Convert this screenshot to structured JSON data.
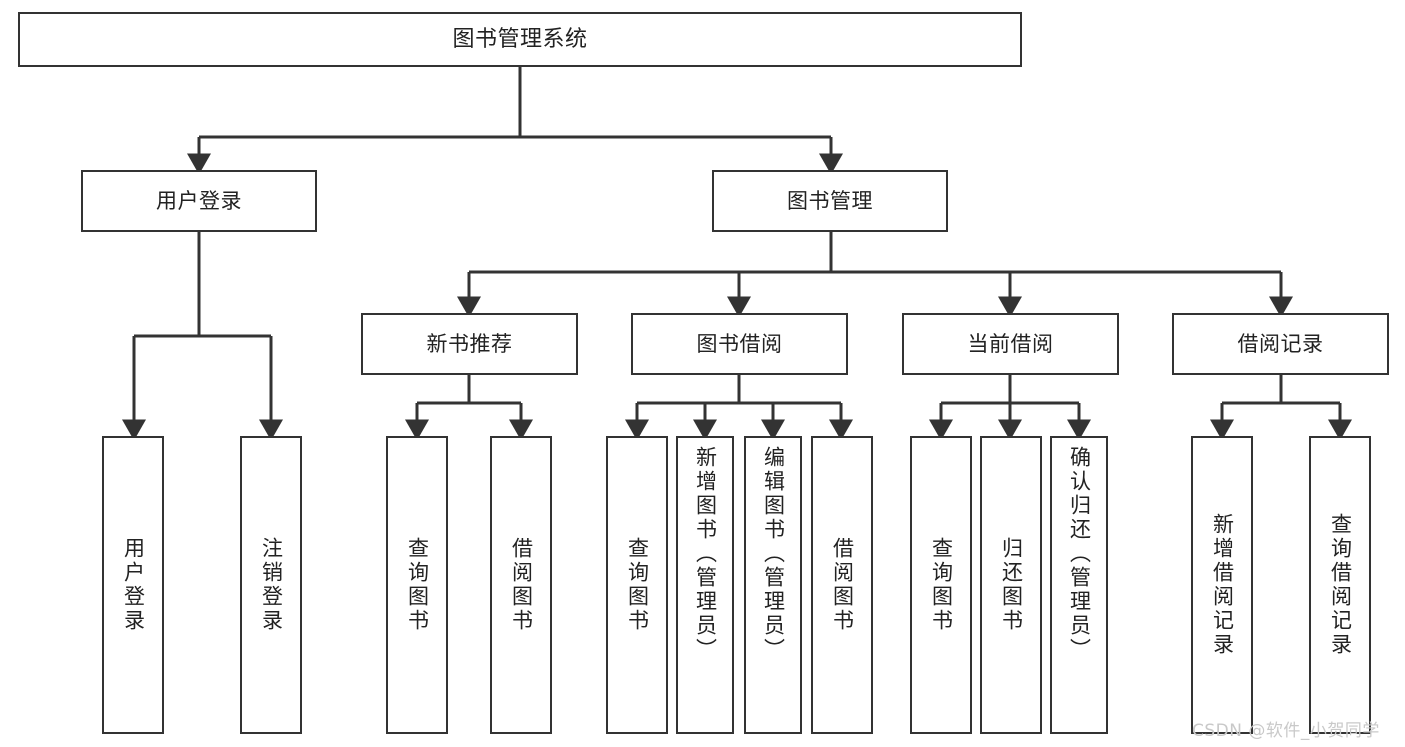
{
  "diagram": {
    "type": "tree-hierarchy",
    "title": "图书管理系统",
    "watermark": "CSDN @软件_小贺同学",
    "colors": {
      "box_border": "#333333",
      "box_fill": "#ffffff",
      "connector": "#333333",
      "text": "#222222",
      "watermark": "#c9c9c9",
      "background": "#ffffff"
    },
    "levels": {
      "level1": [
        {
          "id": "root",
          "label": "图书管理系统",
          "orientation": "horizontal"
        }
      ],
      "level2": [
        {
          "id": "user-login",
          "label": "用户登录",
          "orientation": "horizontal"
        },
        {
          "id": "book-manage",
          "label": "图书管理",
          "orientation": "horizontal"
        }
      ],
      "level3": [
        {
          "id": "new-book-rec",
          "label": "新书推荐",
          "orientation": "horizontal",
          "parent": "book-manage"
        },
        {
          "id": "book-borrow",
          "label": "图书借阅",
          "orientation": "horizontal",
          "parent": "book-manage"
        },
        {
          "id": "current-borrow",
          "label": "当前借阅",
          "orientation": "horizontal",
          "parent": "book-manage"
        },
        {
          "id": "borrow-record",
          "label": "借阅记录",
          "orientation": "horizontal",
          "parent": "book-manage"
        }
      ],
      "level4": [
        {
          "id": "leaf-user-login",
          "label": "用户登录",
          "orientation": "vertical",
          "parent": "user-login"
        },
        {
          "id": "leaf-logout",
          "label": "注销登录",
          "orientation": "vertical",
          "parent": "user-login"
        },
        {
          "id": "leaf-query-book-1",
          "label": "查询图书",
          "orientation": "vertical",
          "parent": "new-book-rec"
        },
        {
          "id": "leaf-borrow-book-1",
          "label": "借阅图书",
          "orientation": "vertical",
          "parent": "new-book-rec"
        },
        {
          "id": "leaf-query-book-2",
          "label": "查询图书",
          "orientation": "vertical",
          "parent": "book-borrow"
        },
        {
          "id": "leaf-add-book",
          "label": "新增图书（管理员）",
          "orientation": "vertical",
          "parent": "book-borrow"
        },
        {
          "id": "leaf-edit-book",
          "label": "编辑图书（管理员）",
          "orientation": "vertical",
          "parent": "book-borrow"
        },
        {
          "id": "leaf-borrow-book-2",
          "label": "借阅图书",
          "orientation": "vertical",
          "parent": "book-borrow"
        },
        {
          "id": "leaf-query-book-3",
          "label": "查询图书",
          "orientation": "vertical",
          "parent": "current-borrow"
        },
        {
          "id": "leaf-return-book",
          "label": "归还图书",
          "orientation": "vertical",
          "parent": "current-borrow"
        },
        {
          "id": "leaf-confirm-return",
          "label": "确认归还（管理员）",
          "orientation": "vertical",
          "parent": "current-borrow"
        },
        {
          "id": "leaf-add-record",
          "label": "新增借阅记录",
          "orientation": "vertical",
          "parent": "borrow-record"
        },
        {
          "id": "leaf-query-record",
          "label": "查询借阅记录",
          "orientation": "vertical",
          "parent": "borrow-record"
        }
      ]
    }
  }
}
